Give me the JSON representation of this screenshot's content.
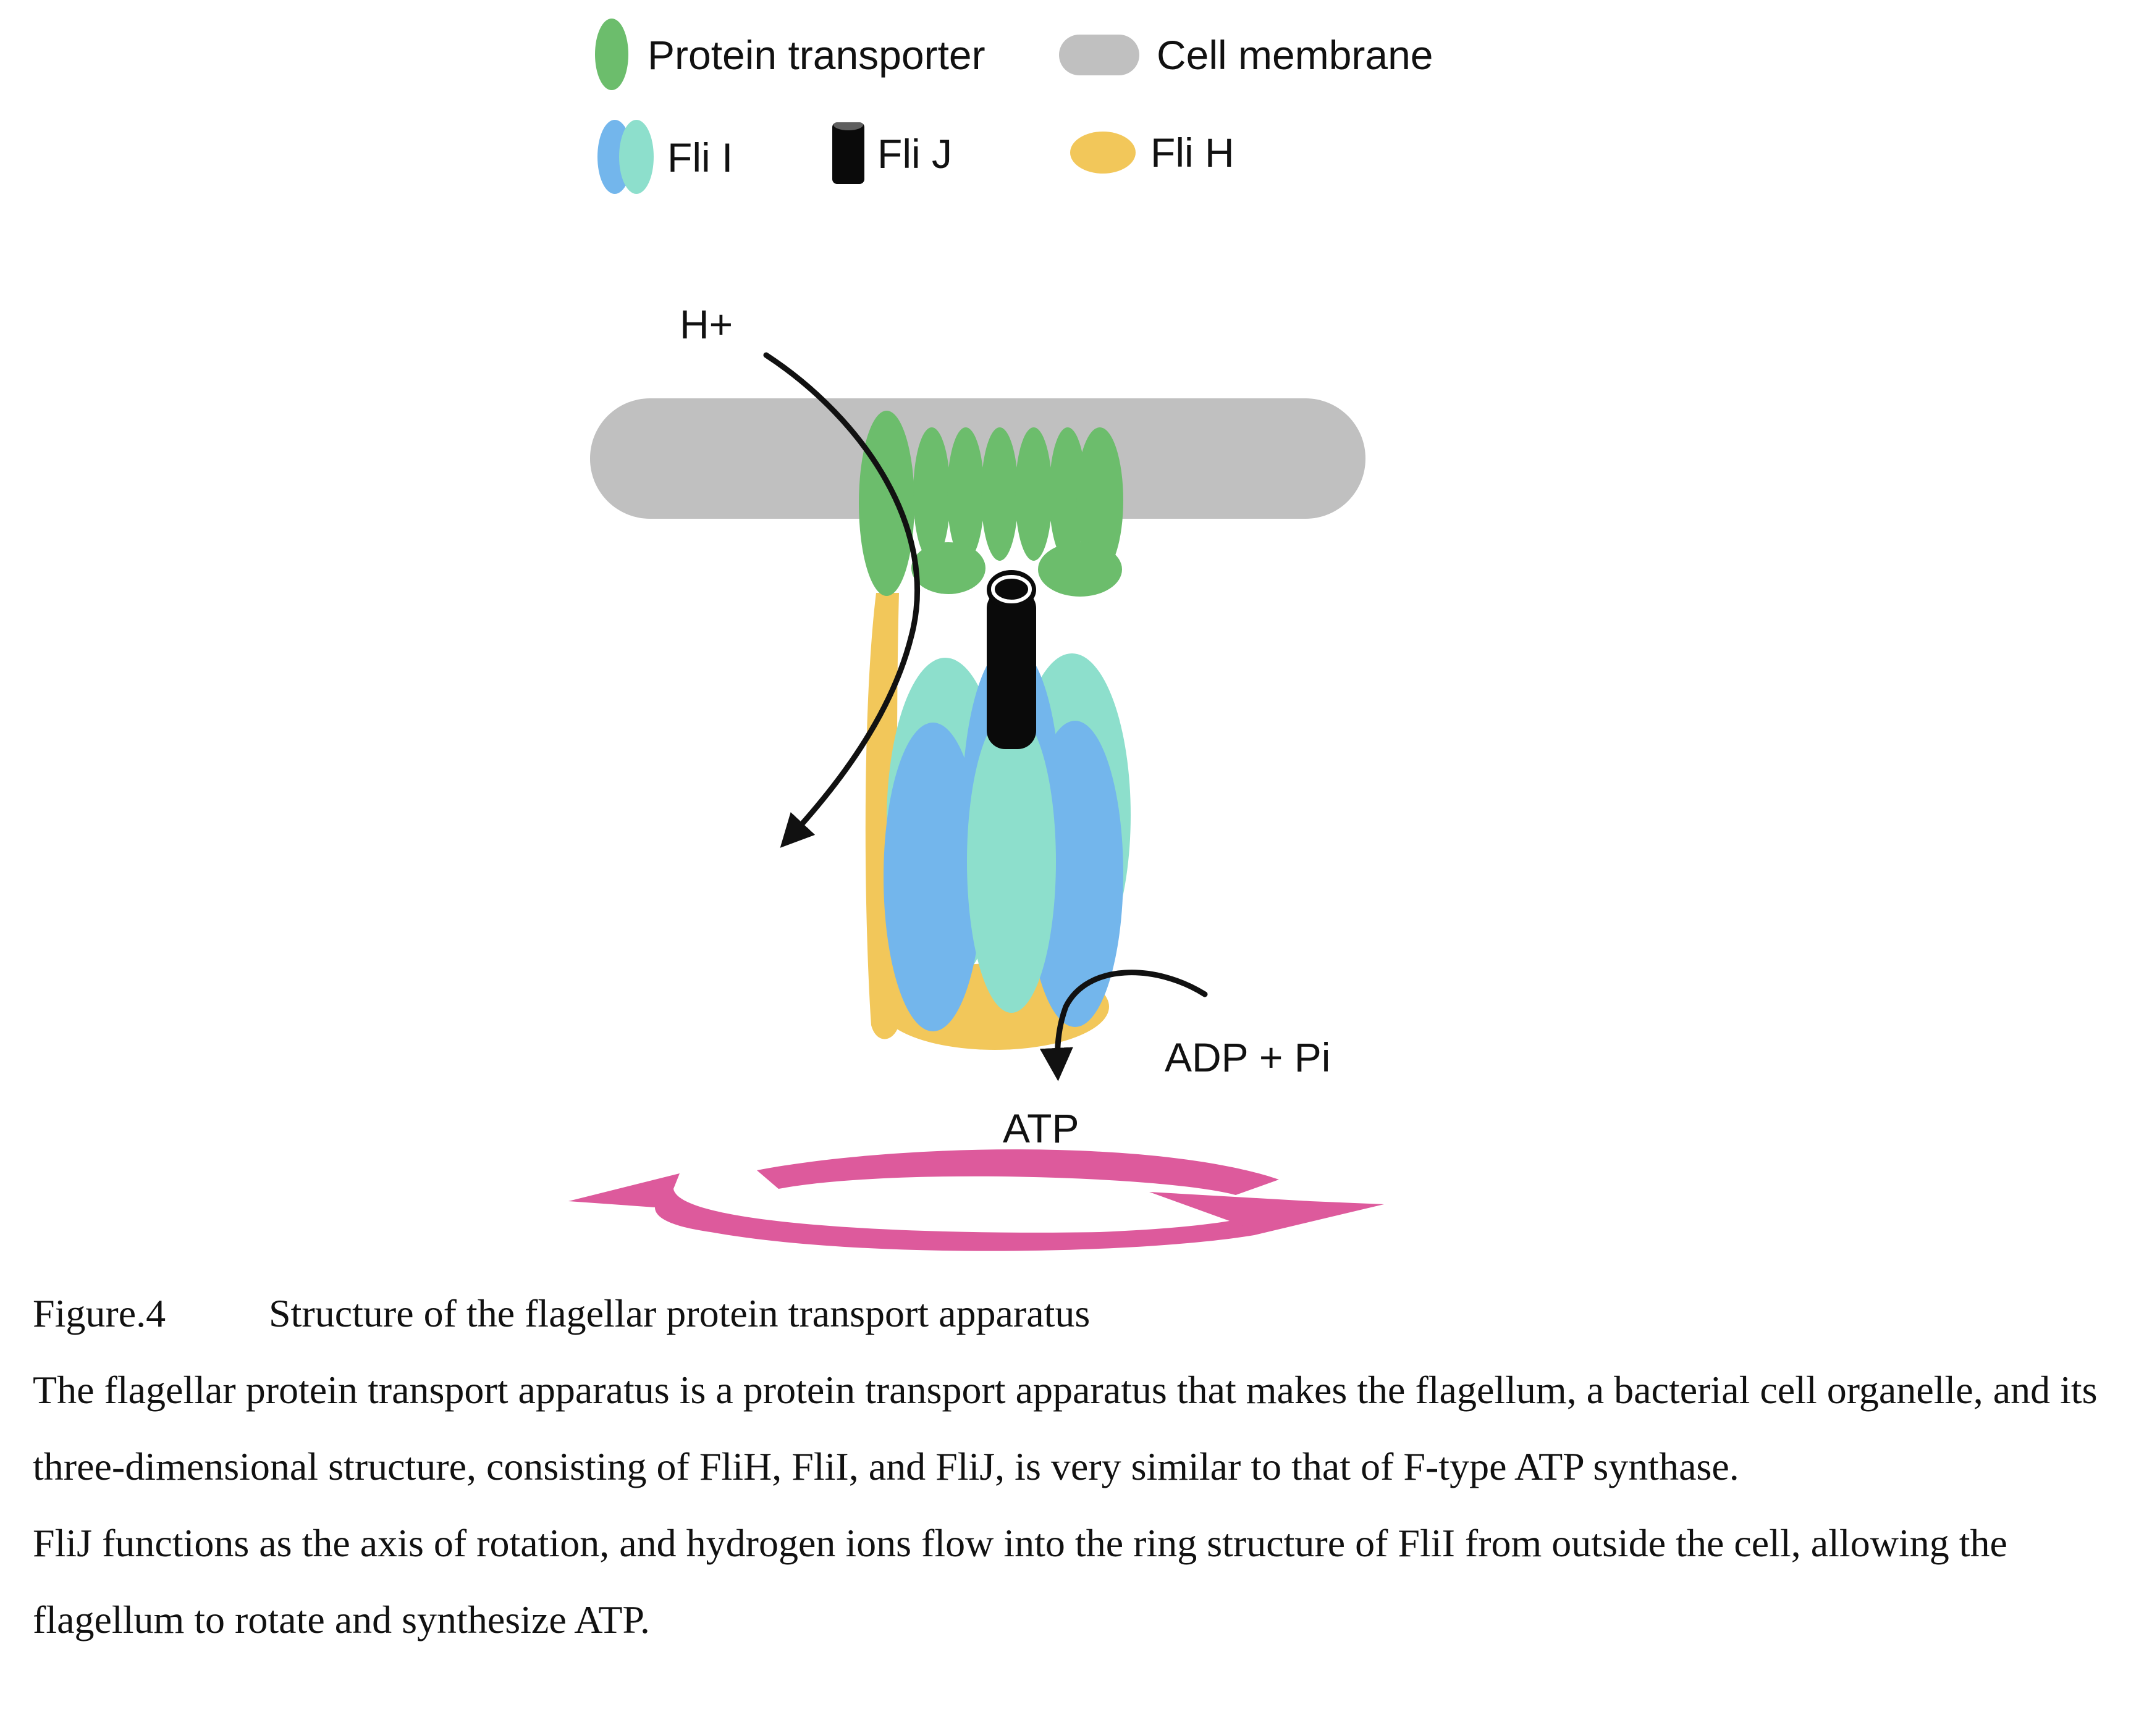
{
  "legend": {
    "transporter": "Protein transporter",
    "membrane": "Cell membrane",
    "flii": "Fli I",
    "flij": "Fli J",
    "flih": "Fli H"
  },
  "labels": {
    "proton": "H+",
    "adp": "ADP + Pi",
    "atp": "ATP"
  },
  "caption": {
    "figure_number": "Figure.4",
    "title": "Structure of the flagellar protein transport apparatus",
    "paragraph1": "The flagellar protein transport apparatus is a protein transport apparatus that makes the flagellum, a bacterial cell organelle, and its three-dimensional structure, consisting of FliH, FliI, and FliJ, is very similar to that of F-type ATP synthase.",
    "paragraph2": "FliJ functions as the axis of rotation, and hydrogen ions flow into the ring structure of FliI from outside the cell, allowing the flagellum to rotate and synthesize ATP."
  },
  "colors": {
    "transporter": "#6cbd6c",
    "membrane": "#c0c0c0",
    "flii_blue": "#73b6ec",
    "flii_teal": "#8ddfcc",
    "flij": "#0a0a0a",
    "flih": "#f2c75a",
    "rotation": "#dd5a9c"
  }
}
